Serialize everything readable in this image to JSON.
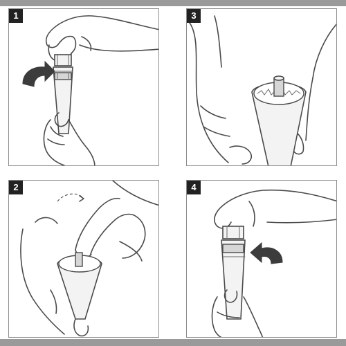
{
  "steps": [
    {
      "number": "1",
      "action": "twist-cap-off"
    },
    {
      "number": "2",
      "action": "press-center"
    },
    {
      "number": "3",
      "action": "open-cone"
    },
    {
      "number": "4",
      "action": "twist-cap-on"
    }
  ],
  "colors": {
    "frame": "#8c8c8c",
    "band": "#9a9a9a",
    "badge": "#222222",
    "ink": "#4a4a4a",
    "arrow": "#3c3c3c"
  }
}
